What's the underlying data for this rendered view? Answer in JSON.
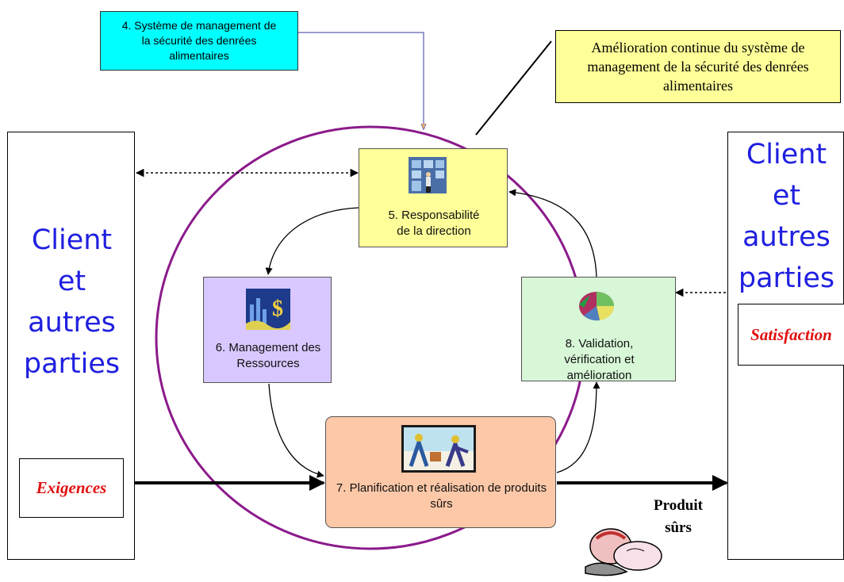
{
  "system_box": {
    "label": "4. Système de management de la sécurité des denrées alimentaires"
  },
  "improvement_note": {
    "label": "Amélioration continue du système de management de la sécurité des denrées alimentaires"
  },
  "left_stakeholders": {
    "title": "Client et autres parties",
    "tag": "Exigences"
  },
  "right_stakeholders": {
    "title": "Client et autres parties",
    "tag": "Satisfaction"
  },
  "process_boxes": {
    "responsabilite": {
      "label": "5. Responsabilité de la direction",
      "icon": "building-person-icon"
    },
    "ressources": {
      "label": "6. Management des Ressources",
      "icon": "finance-chart-icon"
    },
    "validation": {
      "label": "8. Validation, vérification et amélioration",
      "icon": "pie-chart-icon"
    },
    "planification": {
      "label": "7. Planification et réalisation de produits sûrs",
      "icon": "workers-icon"
    }
  },
  "output_label": "Produit sûrs",
  "colors": {
    "ellipse": "#8b1a8b",
    "stakeholder_text": "#1f1fe0",
    "tag_text": "#e01010",
    "system_box": "#00ffff",
    "note_box": "#ffff99",
    "box5": "#ffff99",
    "box6": "#d8c8ff",
    "box8": "#d7f7d7",
    "box7": "#fcc8a8"
  }
}
